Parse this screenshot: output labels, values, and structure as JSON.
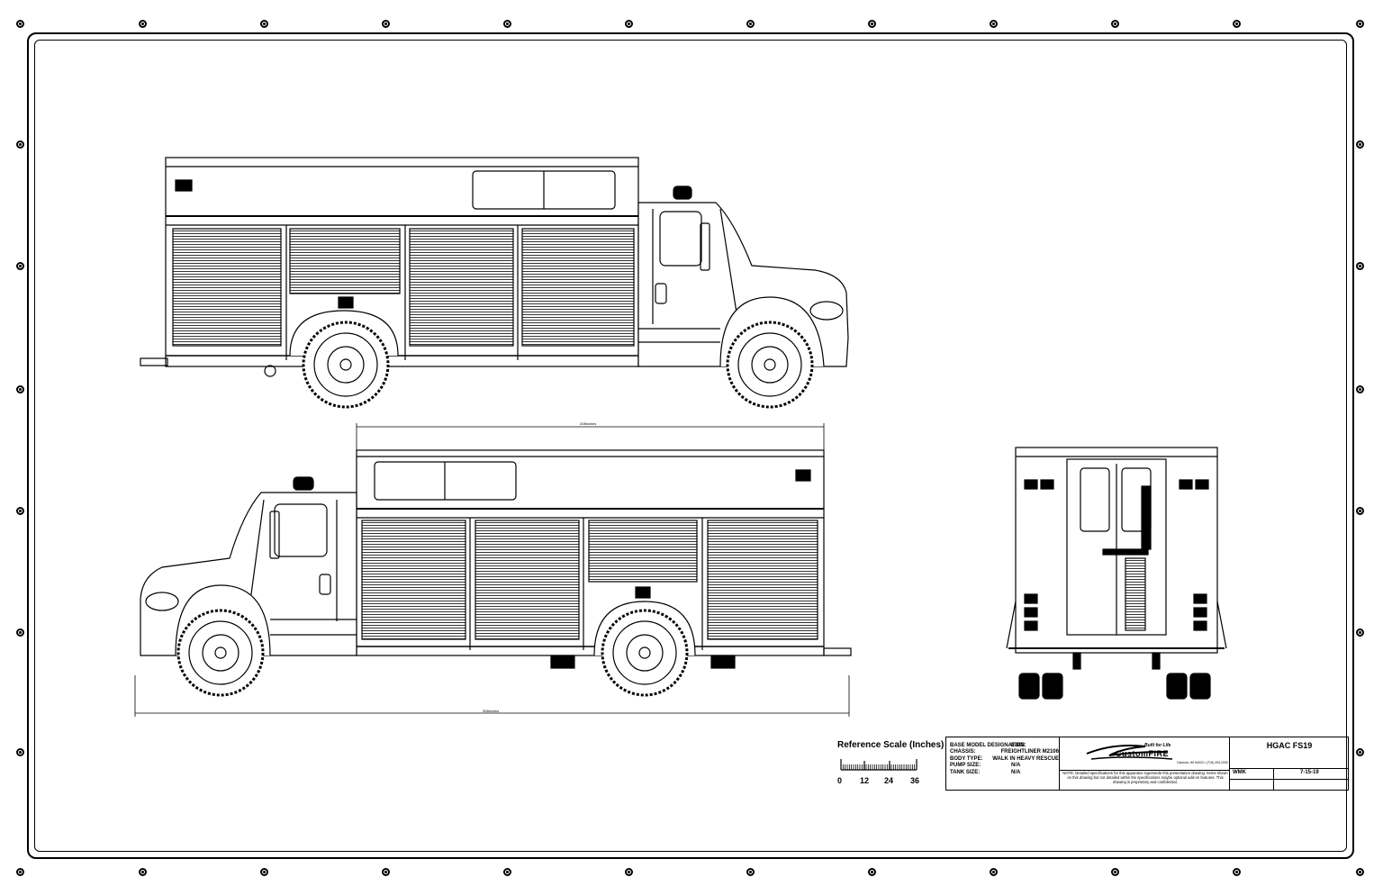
{
  "title_block": {
    "specs": [
      {
        "label": "BASE MODEL DESIGNATION:",
        "value": "ED02"
      },
      {
        "label": "CHASSIS:",
        "value": "FREIGHTLINER M2106"
      },
      {
        "label": "BODY TYPE:",
        "value": "WALK IN HEAVY RESCUE"
      },
      {
        "label": "PUMP SIZE:",
        "value": "N/A"
      },
      {
        "label": "TANK SIZE:",
        "value": "N/A"
      }
    ],
    "logo_tagline": "Built for Life",
    "logo_name": "CustomFIRE",
    "logo_sub": "Osceola, WI 54020 • (715) 294-2000",
    "note": "NOTE: Detailed specifications for this apparatus supersede this presentation drawing. Items shown on this drawing but not detailed within the specifications maybe optional add-on features. This drawing is proprietary and confidential.",
    "project": "HGAC FS19",
    "drawn_by": "WMK",
    "date": "7-15-19"
  },
  "reference_scale": {
    "title": "Reference Scale (Inches)",
    "ticks": [
      "0",
      "12",
      "24",
      "36"
    ]
  },
  "dimensions": {
    "body_length": "208inches",
    "overall_length": "306inches"
  }
}
